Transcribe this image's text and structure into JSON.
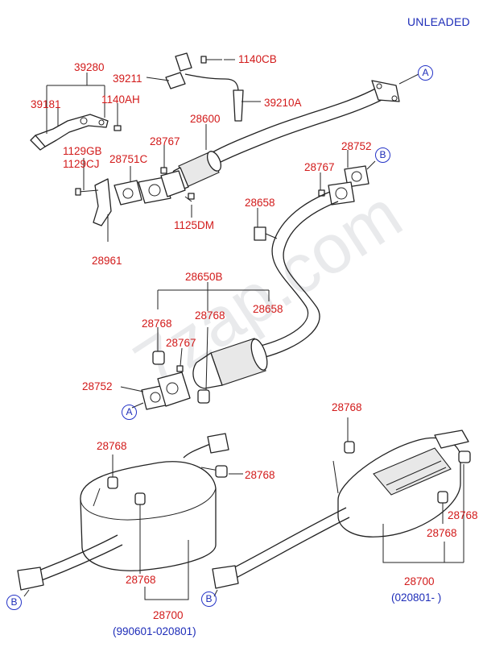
{
  "header": {
    "fuel_type": "UNLEADED"
  },
  "watermark": "7zap.com",
  "markers": {
    "a": "A",
    "b": "B"
  },
  "labels": {
    "p39280": "39280",
    "p39181": "39181",
    "p1140AH": "1140AH",
    "p1129GB": "1129GB",
    "p1129CJ": "1129CJ",
    "p28961": "28961",
    "p39211": "39211",
    "p1140CB": "1140CB",
    "p39210A": "39210A",
    "p28600": "28600",
    "p28767_top": "28767",
    "p28751C": "28751C",
    "p1125DM": "1125DM",
    "p28752_top": "28752",
    "p28767_right": "28767",
    "p28658_top": "28658",
    "p28650B": "28650B",
    "p28768_a": "28768",
    "p28768_b": "28768",
    "p28658_mid": "28658",
    "p28767_mid": "28767",
    "p28752_mid": "28752",
    "p28768_left_top": "28768",
    "p28768_left_right": "28768",
    "p28768_left_bottom": "28768",
    "p28700_left": "28700",
    "p28768_right_top": "28768",
    "p28768_right_side": "28768",
    "p28768_right_lower": "28768",
    "p28700_right": "28700"
  },
  "date_ranges": {
    "left_muffler": "(990601-020801)",
    "right_muffler": "(020801- )"
  }
}
